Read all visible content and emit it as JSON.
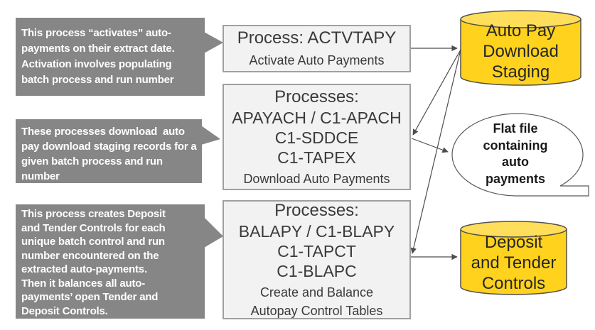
{
  "callouts": [
    {
      "id": "activate",
      "text": "This process “activates” auto-\npayments on their extract date.\nActivation involves populating\nbatch process and run number"
    },
    {
      "id": "download",
      "text": "These processes download  auto\npay download staging records for a\ngiven batch process and run\nnumber"
    },
    {
      "id": "balance",
      "text": "This process creates Deposit\nand Tender Controls for each\nunique batch control and run\nnumber encountered on the\nextracted auto-payments.\nThen it balances all auto-\npayments’ open Tender and\nDeposit Controls."
    }
  ],
  "process_boxes": [
    {
      "title": "Process: ACTVTAPY",
      "codes": [],
      "subtitle": "Activate Auto Payments"
    },
    {
      "title": "Processes:",
      "codes": [
        "APAYACH / C1-APACH",
        "C1-SDDCE",
        "C1-TAPEX"
      ],
      "subtitle": "Download Auto Payments"
    },
    {
      "title": "Processes:",
      "codes": [
        "BALAPY / C1-BLAPY",
        "C1-TAPCT",
        "C1-BLAPC"
      ],
      "subtitle": "Create and Balance\nAutopay Control Tables"
    }
  ],
  "datastores": [
    {
      "label": "Auto Pay\nDownload\nStaging"
    },
    {
      "label": "Deposit\nand Tender\nControls"
    }
  ],
  "flat_file": {
    "label": "Flat file\ncontaining\nauto\npayments"
  },
  "connections": [
    {
      "from": "Process: ACTVTAPY",
      "to": "Auto Pay Download Staging"
    },
    {
      "from": "Auto Pay Download Staging",
      "to": "Download Auto Payments processes"
    },
    {
      "from": "Download Auto Payments processes",
      "to": "Flat file containing auto payments"
    },
    {
      "from": "Auto Pay Download Staging",
      "to": "Create and Balance Autopay Control Tables processes"
    },
    {
      "from": "Create and Balance Autopay Control Tables processes",
      "to": "Deposit and Tender Controls"
    }
  ],
  "colors": {
    "callout_bg": "#868686",
    "callout_text": "#ffffff",
    "process_box_bg": "#f2f2f2",
    "process_box_border": "#a0a0a0",
    "process_box_text": "#3a3a3a",
    "cylinder_fill": "#FFD21E",
    "cylinder_top_fill": "#FFDE5C",
    "cylinder_stroke": "#52514a",
    "flat_file_fill": "#ffffff",
    "arrow": "#4d4d4d"
  }
}
